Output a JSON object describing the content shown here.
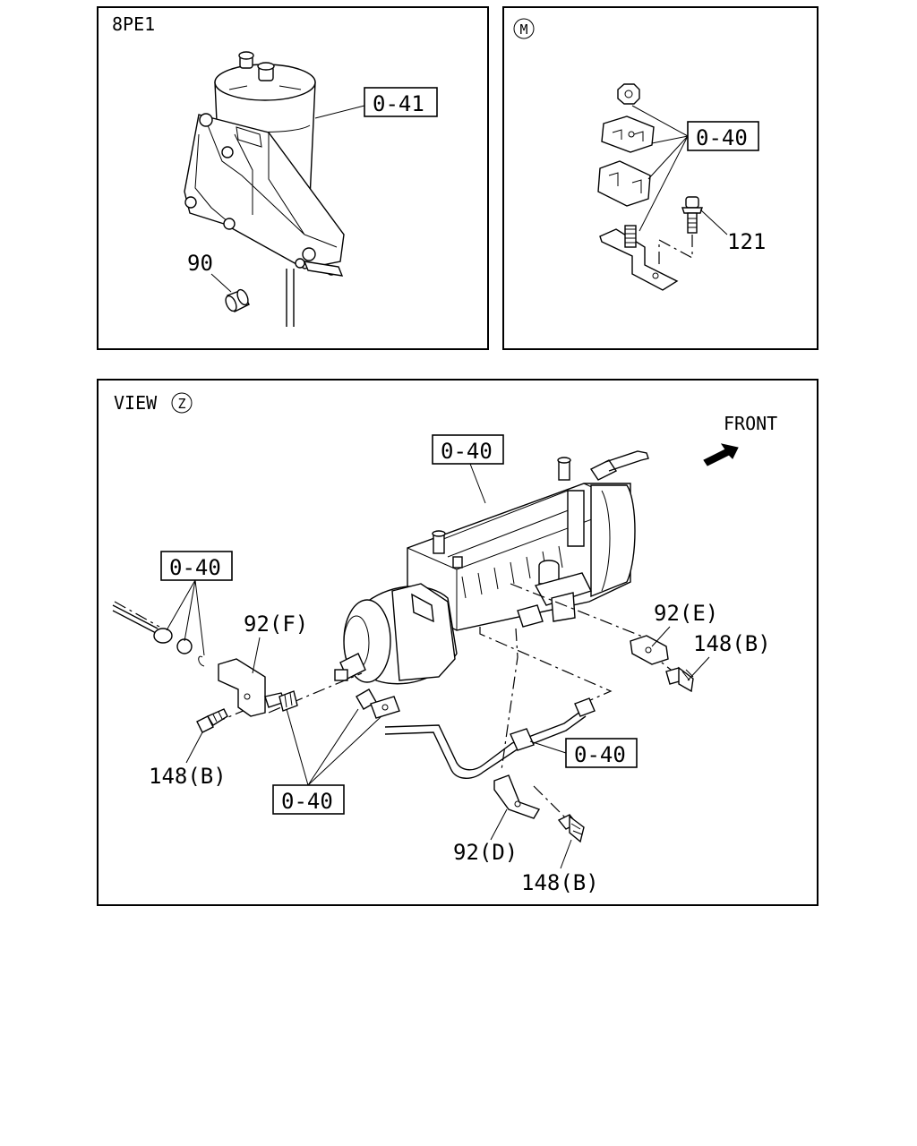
{
  "panels": {
    "top_left": {
      "header": "8PE1"
    },
    "top_right": {
      "header": "M"
    },
    "bottom": {
      "header_prefix": "VIEW",
      "header_circle": "Z",
      "direction": "FRONT"
    }
  },
  "labels": {
    "tl_041": "0-41",
    "tl_90": "90",
    "tr_040": "0-40",
    "tr_121": "121",
    "b_040_top": "0-40",
    "b_040_left": "0-40",
    "b_92F": "92(F)",
    "b_148B_left": "148(B)",
    "b_040_bottom": "0-40",
    "b_92E": "92(E)",
    "b_148B_right": "148(B)",
    "b_040_right": "0-40",
    "b_92D": "92(D)",
    "b_148B_bottom": "148(B)"
  }
}
